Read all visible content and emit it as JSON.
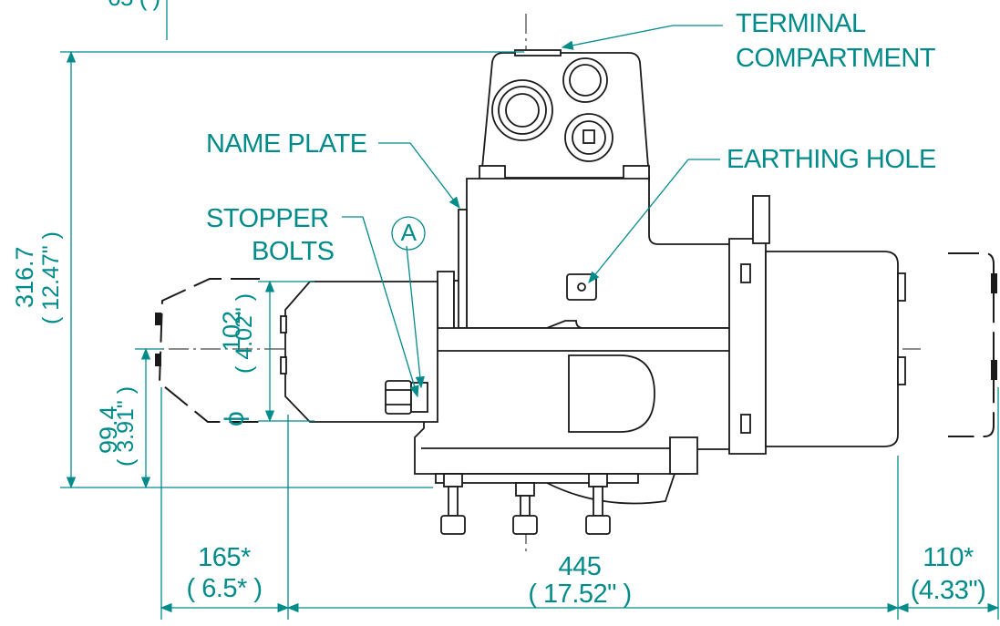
{
  "labels": {
    "terminal_line1": "TERMINAL",
    "terminal_line2": "COMPARTMENT",
    "name_plate": "NAME PLATE",
    "earthing_hole": "EARTHING HOLE",
    "stopper_line1": "STOPPER",
    "stopper_line2": "BOLTS",
    "detail_a": "A",
    "phi": "ϕ"
  },
  "dimensions": {
    "height_mm": "316.7",
    "height_in": "( 12.47\" )",
    "dia_mm": "102",
    "dia_in": "( 4.02\" )",
    "offset_mm": "99.4",
    "offset_in": "( 3.91\" )",
    "left_mm": "165*",
    "left_in": "( 6.5* )",
    "main_mm": "445",
    "main_in": "( 17.52\" )",
    "right_mm": "110*",
    "right_in": "(4.33\")",
    "top_partial": "65 ( )"
  },
  "colors": {
    "dimension": "#008b8b",
    "outline": "#1a1a1a"
  }
}
